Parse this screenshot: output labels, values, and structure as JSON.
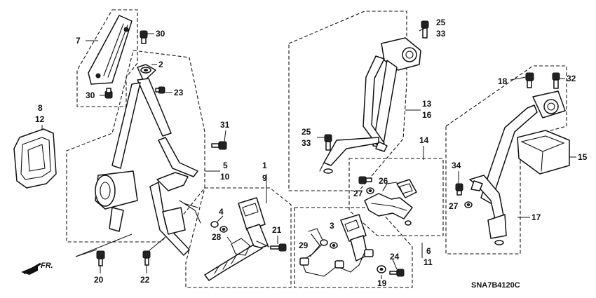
{
  "diagram_code": "SNA7B4120C",
  "direction_label": "FR.",
  "callouts": [
    {
      "id": "c7",
      "text": "7"
    },
    {
      "id": "c30a",
      "text": "30"
    },
    {
      "id": "c2",
      "text": "2"
    },
    {
      "id": "c30b",
      "text": "30"
    },
    {
      "id": "c23",
      "text": "23"
    },
    {
      "id": "c8",
      "text": "8"
    },
    {
      "id": "c12",
      "text": "12"
    },
    {
      "id": "c31",
      "text": "31"
    },
    {
      "id": "c5",
      "text": "5"
    },
    {
      "id": "c10",
      "text": "10"
    },
    {
      "id": "c1",
      "text": "1"
    },
    {
      "id": "c9",
      "text": "9"
    },
    {
      "id": "c4",
      "text": "4"
    },
    {
      "id": "c28",
      "text": "28"
    },
    {
      "id": "c21",
      "text": "21"
    },
    {
      "id": "c20",
      "text": "20"
    },
    {
      "id": "c22",
      "text": "22"
    },
    {
      "id": "c25a",
      "text": "25"
    },
    {
      "id": "c33a",
      "text": "33"
    },
    {
      "id": "c13",
      "text": "13"
    },
    {
      "id": "c16",
      "text": "16"
    },
    {
      "id": "c25b",
      "text": "25"
    },
    {
      "id": "c33b",
      "text": "33"
    },
    {
      "id": "c14",
      "text": "14"
    },
    {
      "id": "c26",
      "text": "26"
    },
    {
      "id": "c27a",
      "text": "27"
    },
    {
      "id": "c3",
      "text": "3"
    },
    {
      "id": "c29",
      "text": "29"
    },
    {
      "id": "c6",
      "text": "6"
    },
    {
      "id": "c11",
      "text": "11"
    },
    {
      "id": "c24",
      "text": "24"
    },
    {
      "id": "c19",
      "text": "19"
    },
    {
      "id": "c18",
      "text": "18"
    },
    {
      "id": "c32",
      "text": "32"
    },
    {
      "id": "c15",
      "text": "15"
    },
    {
      "id": "c34",
      "text": "34"
    },
    {
      "id": "c27b",
      "text": "27"
    },
    {
      "id": "c17",
      "text": "17"
    }
  ]
}
